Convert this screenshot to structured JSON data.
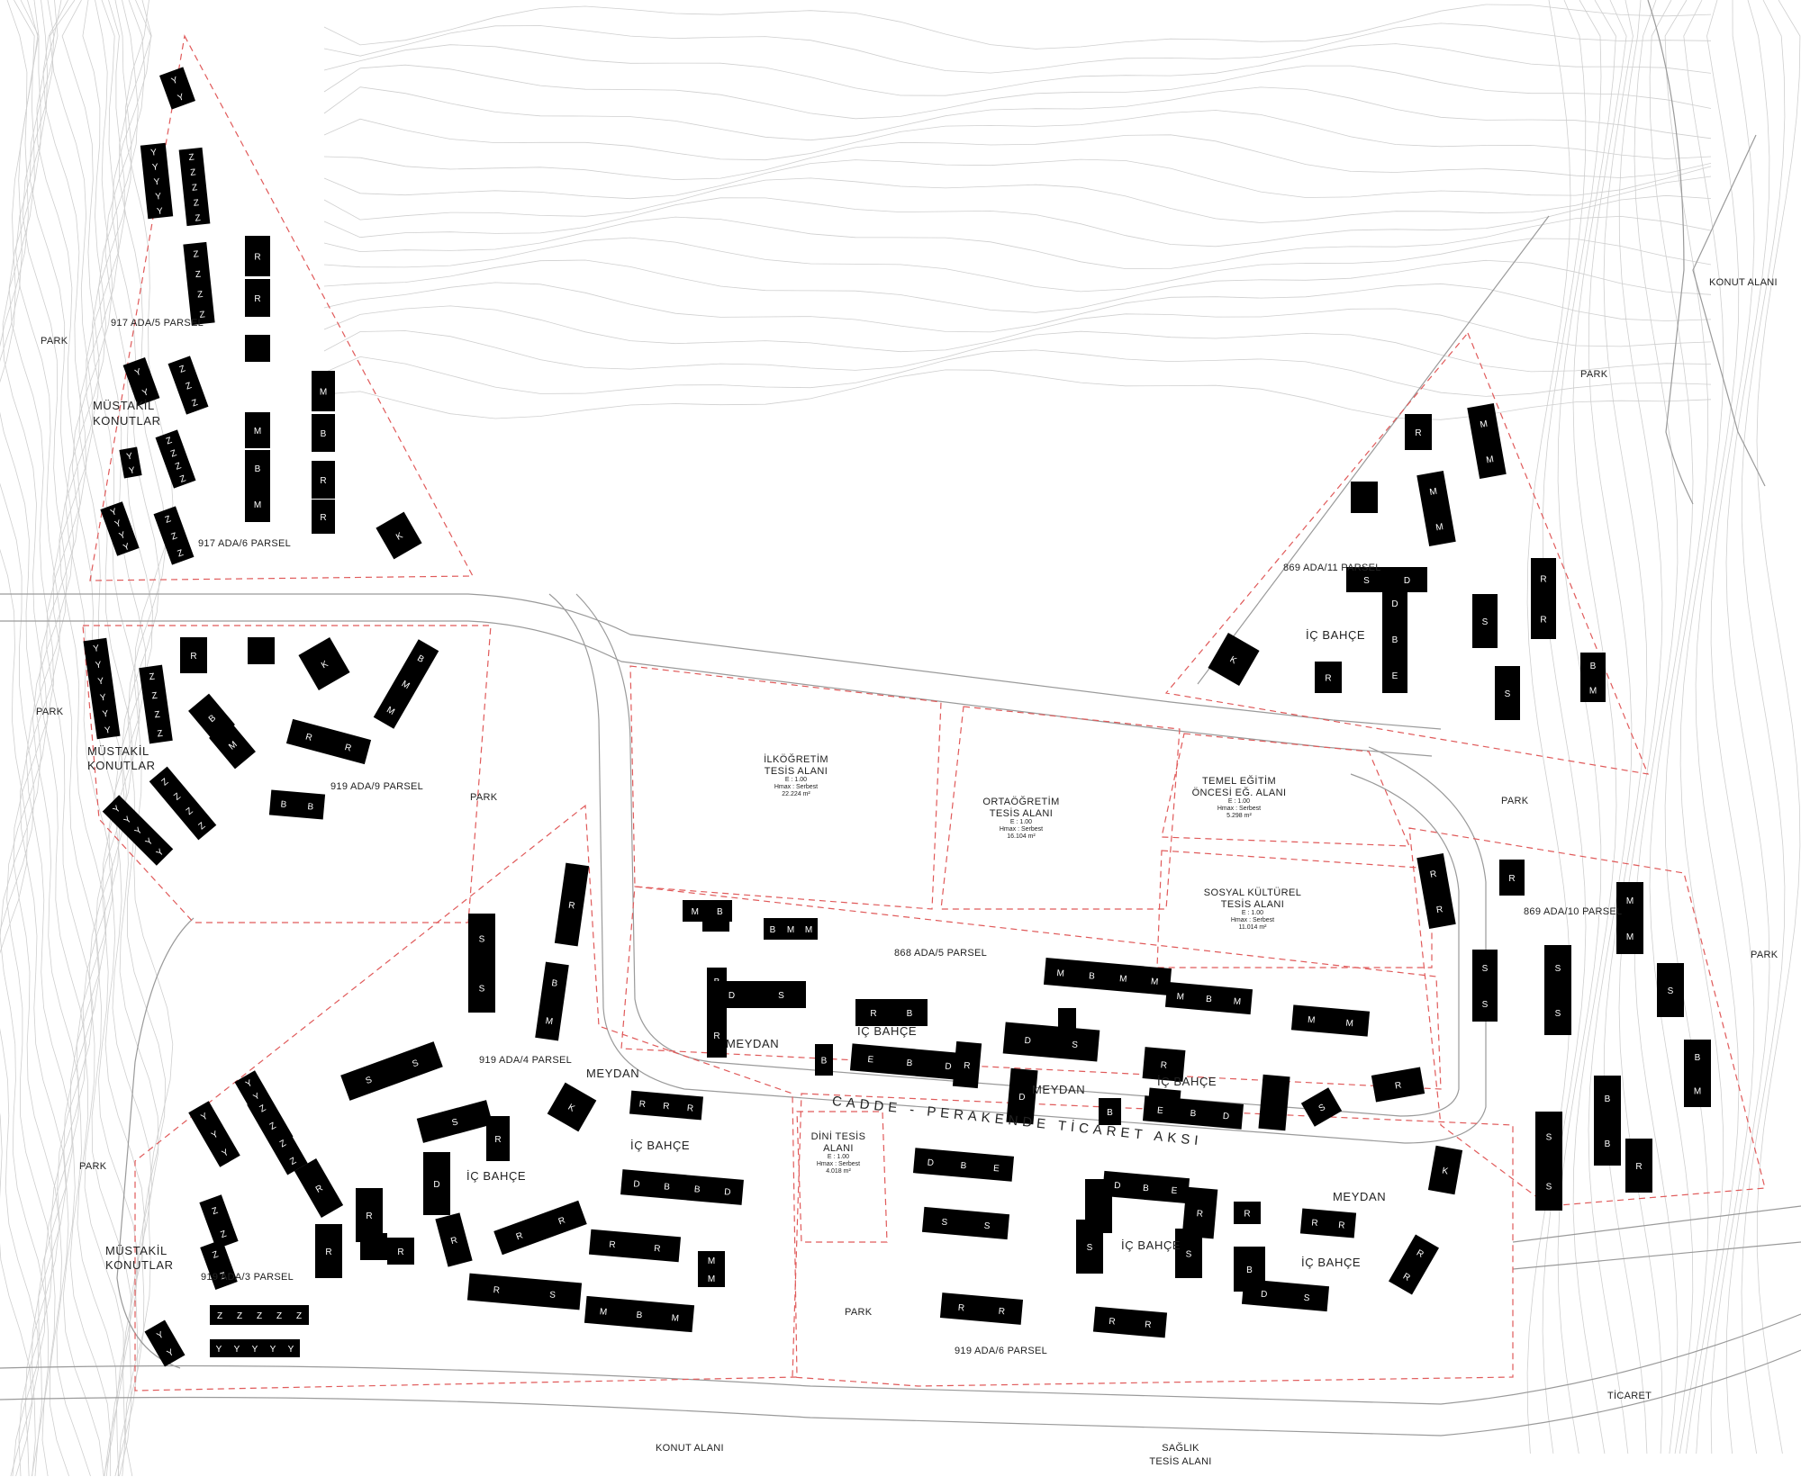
{
  "map": {
    "labels": {
      "park_w1": "PARK",
      "park_w2": "PARK",
      "park_w3": "PARK",
      "park_mid": "PARK",
      "park_ne": "PARK",
      "park_e_mid": "PARK",
      "park_e": "PARK",
      "park_s": "PARK",
      "konut_ne": "KONUT ALANI",
      "konut_s": "KONUT ALANI",
      "ticaret": "TİCARET",
      "saglik_1": "SAĞLIK",
      "saglik_2": "TESİS ALANI",
      "mustakil_a1": "MÜSTAKİL",
      "mustakil_a2": "KONUTLAR",
      "mustakil_b1": "MÜSTAKİL",
      "mustakil_b2": "KONUTLAR",
      "mustakil_c1": "MÜSTAKİL",
      "mustakil_c2": "KONUTLAR",
      "p917_5": "917 ADA/5 PARSEL",
      "p917_6": "917 ADA/6 PARSEL",
      "p919_9": "919 ADA/9 PARSEL",
      "p919_4": "919 ADA/4 PARSEL",
      "p919_3": "919 ADA/3 PARSEL",
      "p919_6": "919 ADA/6 PARSEL",
      "p868_5": "868 ADA/5 PARSEL",
      "p869_11": "869 ADA/11 PARSEL",
      "p869_10": "869 ADA/10 PARSEL",
      "meydan_1": "MEYDAN",
      "meydan_2": "MEYDAN",
      "meydan_3": "MEYDAN",
      "meydan_4": "MEYDAN",
      "icbahce_1": "İÇ BAHÇE",
      "icbahce_2": "İÇ BAHÇE",
      "icbahce_3": "İÇ BAHÇE",
      "icbahce_4": "İÇ BAHÇE",
      "icbahce_5": "İÇ BAHÇE",
      "icbahce_6": "İÇ BAHÇE",
      "cadde": "CADDE - PERAKENDE TİCARET AKSI"
    },
    "facilities": [
      {
        "name_1": "İLKÖĞRETİM",
        "name_2": "TESİS ALANI",
        "e": "E : 1.00",
        "hmax": "Hmax : Serbest",
        "area": "22.224 m²"
      },
      {
        "name_1": "ORTAÖĞRETİM",
        "name_2": "TESİS ALANI",
        "e": "E : 1.00",
        "hmax": "Hmax : Serbest",
        "area": "16.104 m²"
      },
      {
        "name_1": "TEMEL EĞİTİM",
        "name_2": "ÖNCESİ EĞ. ALANI",
        "e": "E : 1.00",
        "hmax": "Hmax : Serbest",
        "area": "5.298 m²"
      },
      {
        "name_1": "SOSYAL KÜLTÜREL",
        "name_2": "TESİS ALANI",
        "e": "E : 1.00",
        "hmax": "Hmax : Serbest",
        "area": "11.014 m²"
      },
      {
        "name_1": "DİNİ TESİS",
        "name_2": "ALANI",
        "e": "E : 1.00",
        "hmax": "Hmax : Serbest",
        "area": "4.018 m²"
      }
    ],
    "colors": {
      "contour": "#c8c8c8",
      "road": "#9a9a9a",
      "parcel_boundary": "#e05a5a",
      "building": "#000000",
      "building_letter": "#ffffff"
    }
  }
}
